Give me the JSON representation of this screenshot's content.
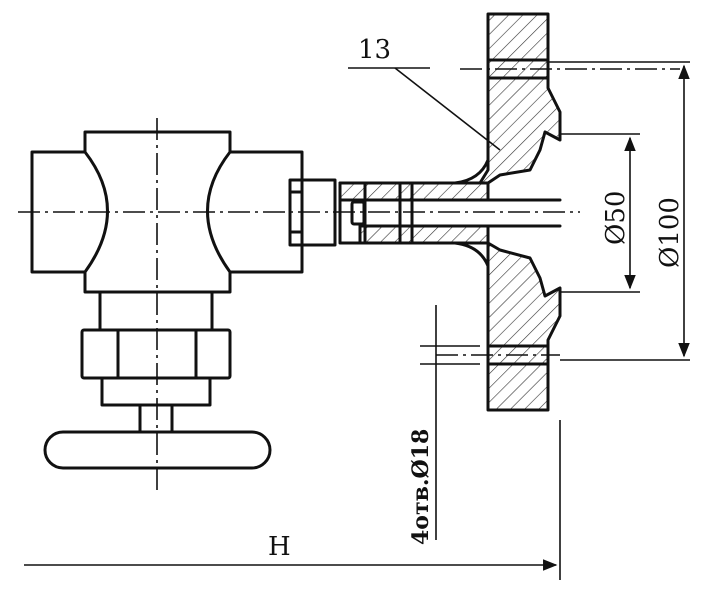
{
  "labels": {
    "part_number": "13",
    "dia_inner": "Ø50",
    "dia_outer": "Ø100",
    "holes": "4отв.Ø18",
    "length": "H"
  }
}
